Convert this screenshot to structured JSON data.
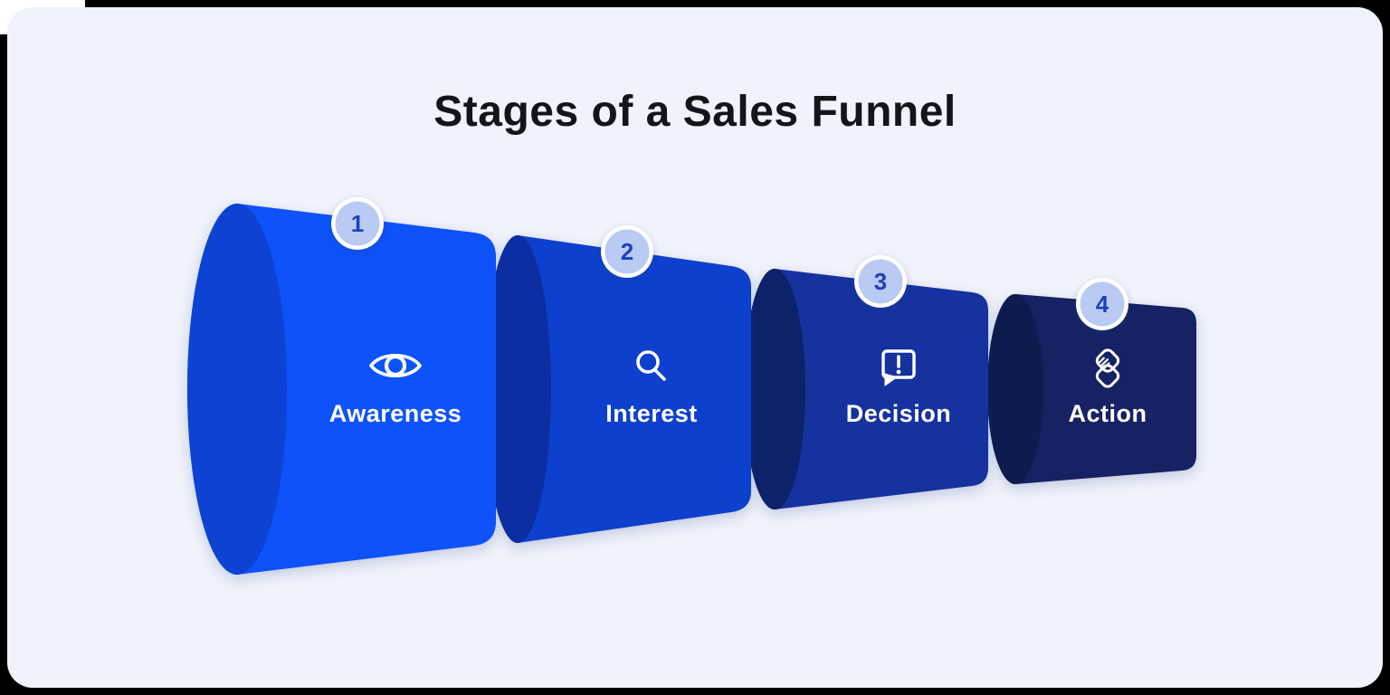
{
  "title": "Stages of a Sales Funnel",
  "colors": {
    "outer_background": "#000000",
    "panel_background": "#F0F3FA",
    "corner_patch": "#FFFFFF",
    "title_text": "#14141B",
    "label_text": "#FFFFFF",
    "icon_color": "#FFFFFF",
    "badge_ring": "#FFFFFF",
    "badge_fill": "#B9CBF3",
    "badge_number": "#1C3FBE"
  },
  "stages": [
    {
      "number": "1",
      "label": "Awareness",
      "icon": "eye-icon",
      "body_color": "#0753F9",
      "cap_color": "#0843D3"
    },
    {
      "number": "2",
      "label": "Interest",
      "icon": "magnifier-icon",
      "body_color": "#1040CC",
      "cap_color": "#0C2FA2"
    },
    {
      "number": "3",
      "label": "Decision",
      "icon": "chat-exclamation-icon",
      "body_color": "#12339E",
      "cap_color": "#0A2068"
    },
    {
      "number": "4",
      "label": "Action",
      "icon": "handshake-icon",
      "body_color": "#152264",
      "cap_color": "#0B1C50"
    }
  ]
}
